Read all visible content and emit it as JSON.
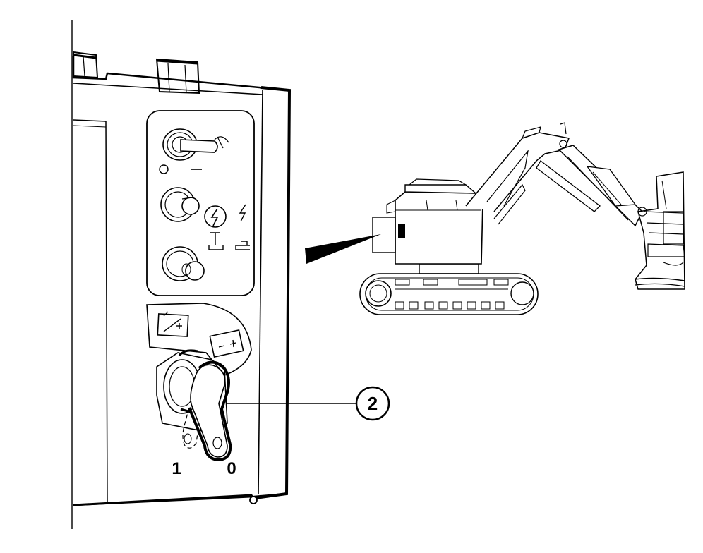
{
  "switch_positions": {
    "on": "1",
    "off": "0"
  },
  "callout": {
    "number": "2"
  },
  "colors": {
    "ink": "#000000",
    "paper": "#ffffff"
  }
}
